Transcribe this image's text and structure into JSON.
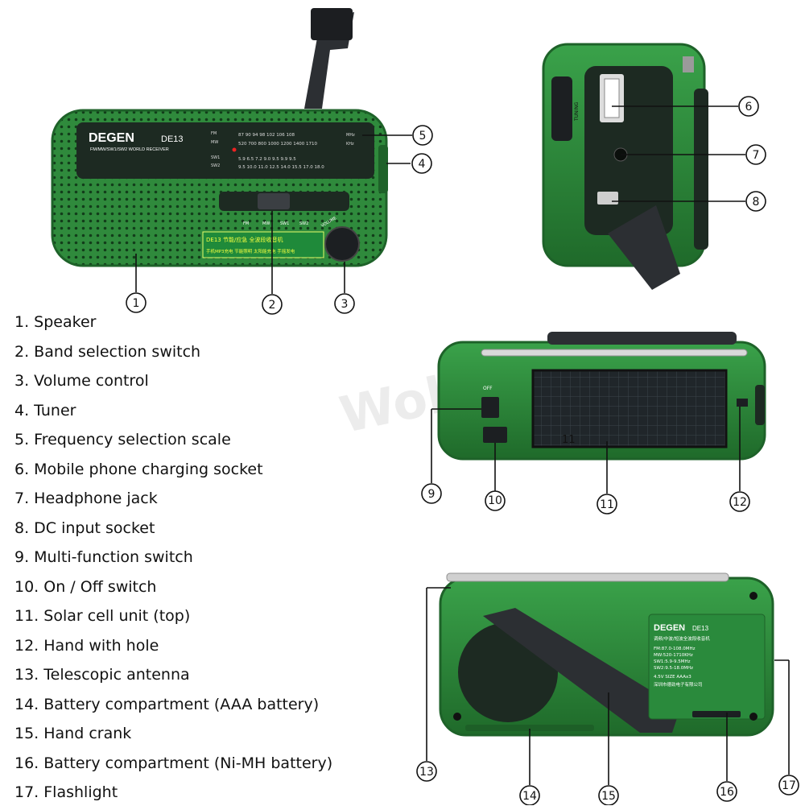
{
  "radio_front": {
    "brand": "DEGEN",
    "model": "DE13",
    "bands_subtitle": "FM/MW/SW1/SW2 WORLD RECEIVER",
    "fm_label": "FM",
    "mw_label": "MW",
    "sw1_label": "SW1",
    "sw2_label": "SW2",
    "fm_scale": "87  90  94  98  102  106 108",
    "mw_scale": "520  700 800  1000 1200  1400  1710",
    "sw1_scale": "5.9  6.5  7.2  9.0  9.5  9.9  9.5",
    "sw2_scale": "9.5 10.0 11.0 12.5  14.0 15.5 17.0 18.0",
    "mhz": "MHz",
    "khz": "KHz",
    "band_labels": [
      "FM",
      "MW",
      "SW1",
      "SW2"
    ],
    "volume_label": "VOLUME",
    "sticker_line1": "DE13 节能/应急 全波段收音机",
    "sticker_line2": "手机MP3充电 节能照明 太阳能充电 手摇发电"
  },
  "radio_side": {
    "tuning_label": "TUNING"
  },
  "radio_top": {
    "off_label": "OFF",
    "center_label": "11"
  },
  "radio_back": {
    "brand": "DEGEN",
    "model": "DE13",
    "subtitle": "调频/中波/短波全波段收音机",
    "spec1": "FM:87.0-108.0MHz",
    "spec2": "MW:520-1710KHz",
    "spec3": "SW1:5.9-9.5MHz",
    "spec4": "SW2:9.5-18.0MHz",
    "power": "4.5V  SIZE AAAx3",
    "maker": "深圳市德劲电子有限公司"
  },
  "watermark": "Wobeker",
  "callouts": [
    "1",
    "2",
    "3",
    "4",
    "5",
    "6",
    "7",
    "8",
    "9",
    "10",
    "11",
    "12",
    "13",
    "14",
    "15",
    "16",
    "17"
  ],
  "legend": [
    "1. Speaker",
    "2. Band selection switch",
    "3. Volume control",
    "4. Tuner",
    "5. Frequency selection scale",
    "6. Mobile phone charging socket",
    "7. Headphone jack",
    "8. DC input socket",
    "9. Multi-function switch",
    "10. On / Off switch",
    "11. Solar cell unit (top)",
    "12. Hand with hole",
    "13. Telescopic antenna",
    "14. Battery compartment (AAA battery)",
    "15. Hand crank",
    "16. Battery compartment (Ni-MH battery)",
    "17. Flashlight"
  ],
  "colors": {
    "body_green": "#2f8a3c",
    "dark_green": "#1e6229",
    "panel_dark": "#1d2a22",
    "crank": "#2c2f33"
  }
}
